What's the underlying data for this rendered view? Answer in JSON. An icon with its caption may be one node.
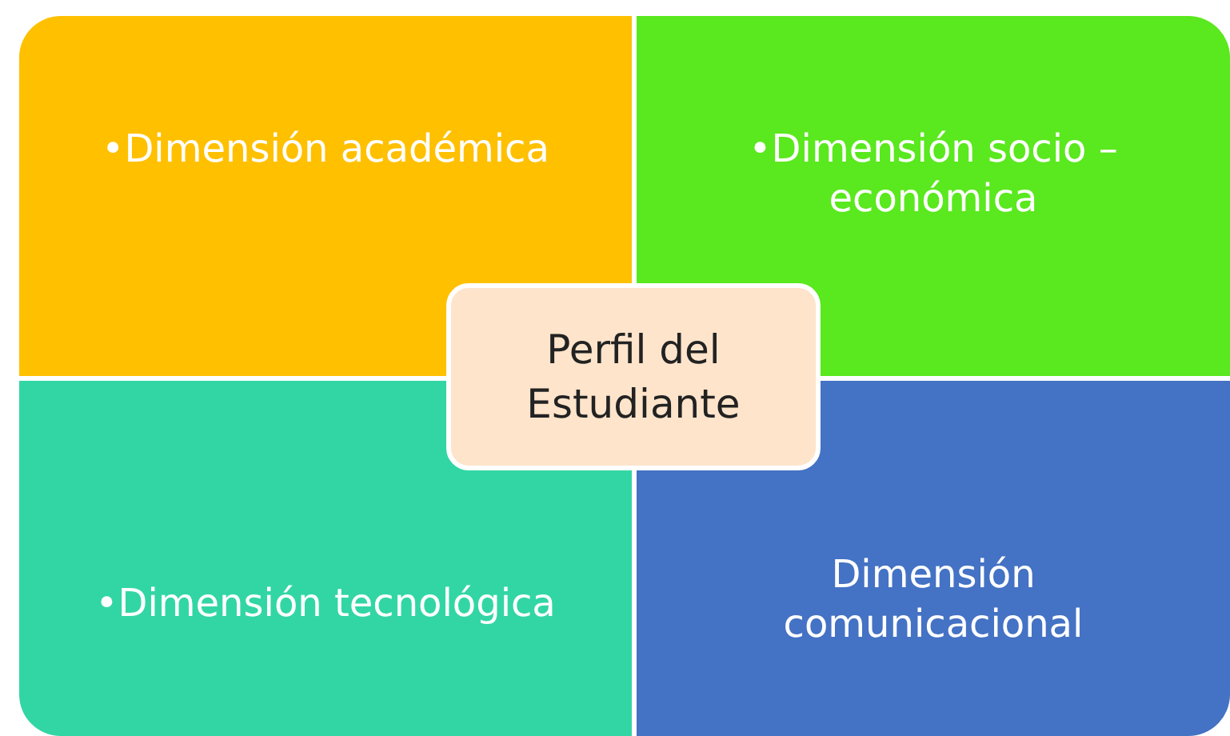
{
  "diagram": {
    "nodes": [
      {
        "text": [
          "•Dimensión académica"
        ]
      },
      {
        "text": [
          "•Dimensión socio – económica"
        ]
      },
      {
        "text": [
          "•Dimensión tecnológica"
        ]
      },
      {
        "text": [
          "Dimensión comunicacional"
        ]
      },
      {
        "text": [
          "Perfil del Estudiante"
        ]
      }
    ]
  }
}
